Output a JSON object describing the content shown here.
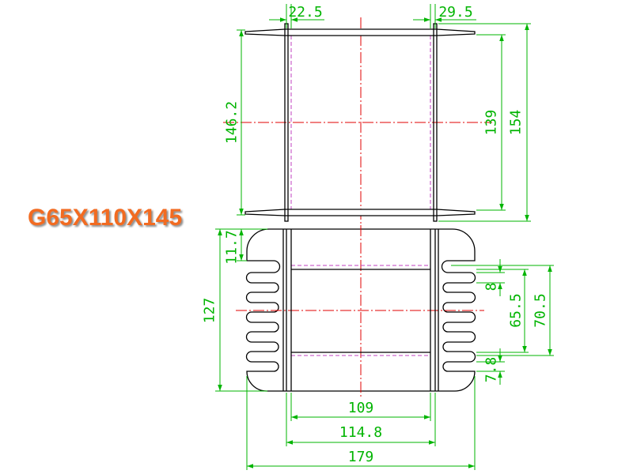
{
  "title": "G65X110X145",
  "colors": {
    "title": "#F26B21",
    "dimension": "#00B400",
    "center_line": "#E00000",
    "hidden_line": "#C040C0",
    "outline": "#000000"
  },
  "top_view": {
    "dim_left": "22.5",
    "dim_right": "29.5",
    "dim_height_left": "146.2",
    "dim_height_inner": "139",
    "dim_height_outer": "154"
  },
  "front_view": {
    "dim_top": "11.7",
    "dim_height": "127",
    "dim_slot": "8",
    "dim_span_inner": "65.5",
    "dim_span_outer": "70.5",
    "dim_bottom": "7.8",
    "dim_width_inner": "109",
    "dim_width_mid": "114.8",
    "dim_width_outer": "179"
  }
}
